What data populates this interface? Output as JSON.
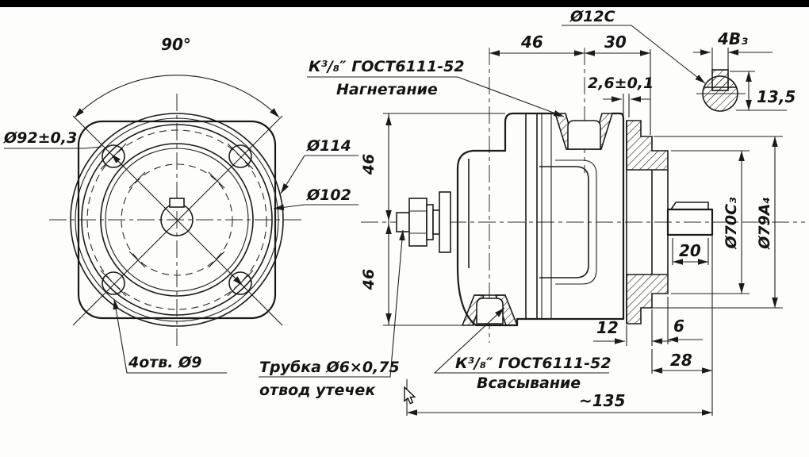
{
  "drawing": {
    "type": "technical-drawing",
    "colors": {
      "paper": "#fdfdfc",
      "ink": "#1b1b1b",
      "top_bar": "#000000"
    },
    "front_view": {
      "angle": "90°",
      "bolt_circle_dia": "Ø92±0,3",
      "outer_dia": "Ø114",
      "spigot_dia": "Ø102",
      "holes_note": "4отв. Ø9"
    },
    "side_view": {
      "discharge_thread": "К³/₈″ ГОСТ6111-52",
      "discharge_name": "Нагнетание",
      "suction_thread": "К³/₈″ ГОСТ6111-52",
      "suction_name": "Всасывание",
      "leak_tube_line1": "Трубка Ø6×0,75",
      "leak_tube_line2": "отвод утечек",
      "dim_port_spacing": "46",
      "dim_port_to_face": "30",
      "dim_gap": "2,6±0,1",
      "dim_axis_upper": "46",
      "dim_axis_lower": "46",
      "dim_key_length": "20",
      "dim_flange_thickness": "12",
      "dim_key_offset": "6",
      "dim_shaft_length": "28",
      "dim_overall": "~135",
      "dim_spigot_dia": "Ø70С₃",
      "dim_flange_dia": "Ø79А₄"
    },
    "shaft_detail": {
      "shaft_dia": "Ø12С",
      "key_width": "4В₃",
      "key_height": "13,5"
    }
  }
}
